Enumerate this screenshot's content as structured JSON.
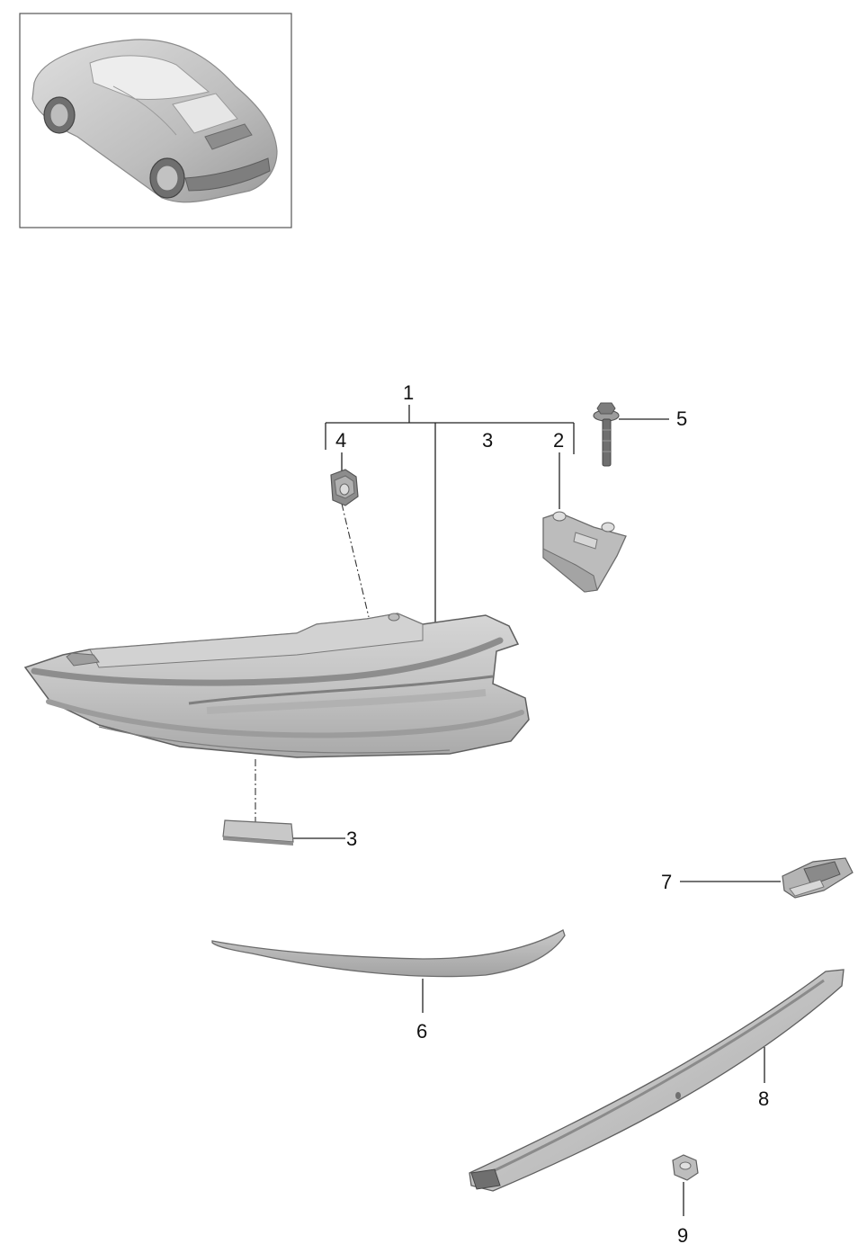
{
  "diagram": {
    "callouts": [
      {
        "id": "c1",
        "label": "1"
      },
      {
        "id": "c4",
        "label": "4"
      },
      {
        "id": "c3a",
        "label": "3"
      },
      {
        "id": "c2",
        "label": "2"
      },
      {
        "id": "c5",
        "label": "5"
      },
      {
        "id": "c3b",
        "label": "3"
      },
      {
        "id": "c7",
        "label": "7"
      },
      {
        "id": "c6",
        "label": "6"
      },
      {
        "id": "c8",
        "label": "8"
      },
      {
        "id": "c9",
        "label": "9"
      }
    ],
    "colors": {
      "part_light": "#d4d4d4",
      "part_mid": "#b9b9b9",
      "part_dark": "#8e8e8e",
      "outline": "#6b6b6b",
      "ink": "#111111"
    }
  }
}
